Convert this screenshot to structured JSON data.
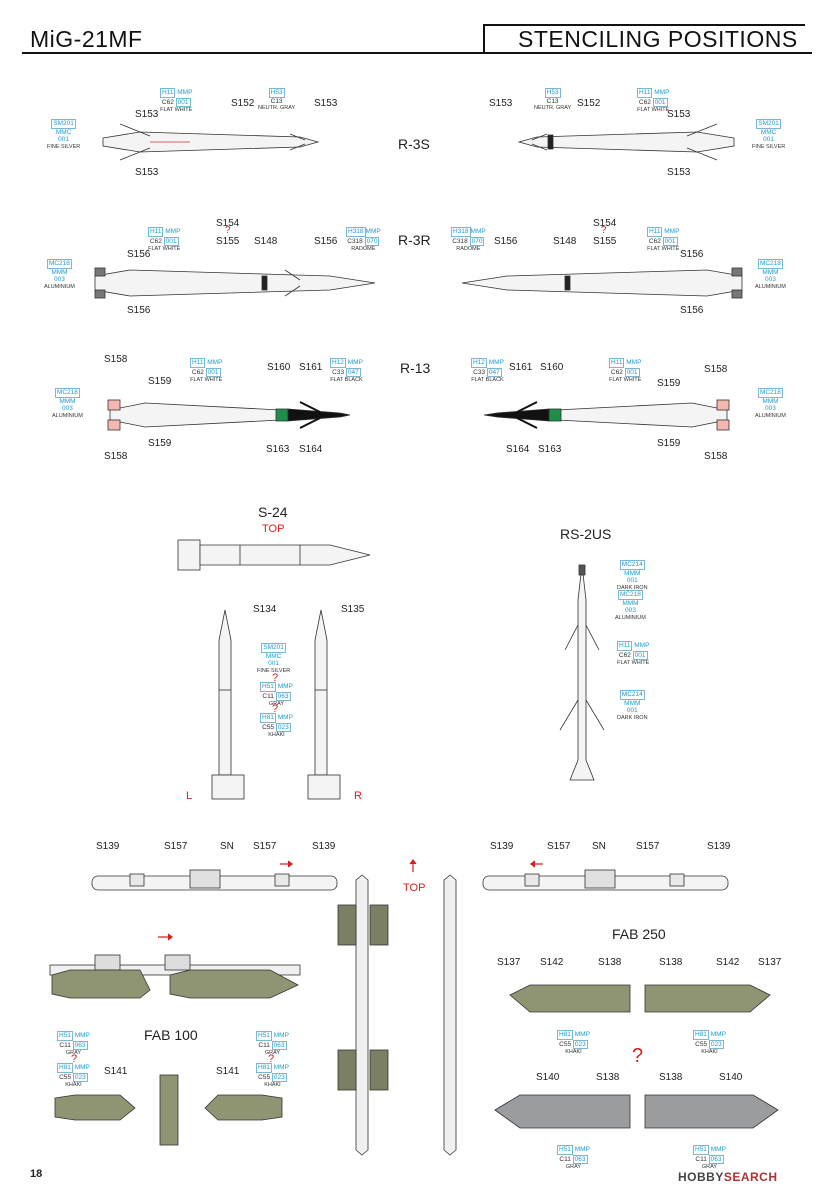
{
  "header": {
    "title": "MiG-21MF",
    "subtitle": "STENCILING POSITIONS"
  },
  "page": {
    "number": "18",
    "logo_main": "HOBBY",
    "logo_end": "SEARCH"
  },
  "sections": {
    "r3s": "R-3S",
    "r3r": "R-3R",
    "r13": "R-13",
    "s24": "S-24",
    "s24_top": "TOP",
    "rs2us": "RS-2US",
    "fab100": "FAB 100",
    "fab250": "FAB 250",
    "fab_top": "TOP",
    "left": "L",
    "right": "R",
    "q": "?"
  },
  "stencils": {
    "s134": "S134",
    "s135": "S135",
    "s137": "S137",
    "s138": "S138",
    "s139": "S139",
    "s140": "S140",
    "s141": "S141",
    "s142": "S142",
    "s148": "S148",
    "s152": "S152",
    "s153": "S153",
    "s154": "S154",
    "s155": "S155",
    "s156": "S156",
    "s157": "S157",
    "s158": "S158",
    "s159": "S159",
    "s160": "S160",
    "s161": "S161",
    "s163": "S163",
    "s164": "S164",
    "sn": "SN"
  },
  "paints": {
    "sm201": {
      "a": "SM201",
      "b": "MMC",
      "c": "001",
      "name": "FINE SILVER"
    },
    "h11": {
      "a": "H11",
      "b": "MMP",
      "c": "C62",
      "d": "001",
      "name": "FLAT WHITE"
    },
    "h53": {
      "a": "H53",
      "c": "C13",
      "name": "NEUTR. GRAY"
    },
    "h318": {
      "a": "H318",
      "b": "MMP",
      "c": "C318",
      "d": "070",
      "name": "RADOME"
    },
    "mc218": {
      "a": "MC218",
      "b": "MMM",
      "c": "003",
      "name": "ALUMINIUM"
    },
    "h12": {
      "a": "H12",
      "b": "MMP",
      "c": "C33",
      "d": "047",
      "name": "FLAT BLACK"
    },
    "mc214": {
      "a": "MC214",
      "b": "MMM",
      "c": "001",
      "name": "DARK IRON"
    },
    "h51": {
      "a": "H51",
      "b": "MMP",
      "c": "C11",
      "d": "063",
      "name": "GRAY"
    },
    "h81": {
      "a": "H81",
      "b": "MMP",
      "c": "C55",
      "d": "023",
      "name": "KHAKI"
    }
  },
  "colors": {
    "red": "#d62020",
    "cyan": "#1f9bd0",
    "khaki": "#8f9473",
    "olive": "#7b7f64",
    "grey": "#9a9c9e",
    "black": "#111111",
    "green": "#1d8f4a"
  }
}
